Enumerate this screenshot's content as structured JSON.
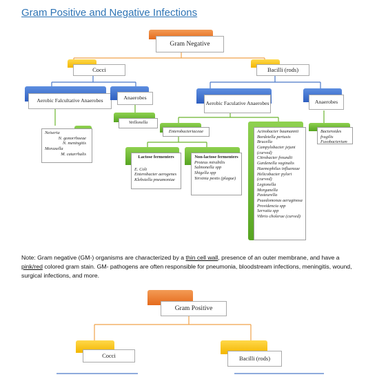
{
  "title": "Gram Positive and Negative Infections",
  "gram_negative": {
    "root": "Gram Negative",
    "cocci": "Cocci",
    "bacilli": "Bacilli (rods)",
    "cocci_aerobic": "Aerobic Falcultative Anaerobes",
    "cocci_anaerobes": "Anaerobes",
    "cocci_aerobic_list": [
      "Neiseria",
      "N. gonorrhoeae",
      "N. meningitis",
      "Moraxella",
      "M. catarrhalis"
    ],
    "cocci_anaerobes_list": [
      "Veillonella"
    ],
    "bacilli_aerobic": "Aerobic Faculative Anaerobes",
    "bacilli_anaerobes": "Anaerobes",
    "bacilli_anaerobes_list": [
      "Bacteroides fragilis",
      "Fusobacterium"
    ],
    "enterobacteriaceae": "Enterobacteriaceae",
    "lactose": {
      "header": "Lactose fermenters",
      "items": [
        "E. Coli",
        "Enterobacter aerogenes",
        "Klebsiella pneumoniae"
      ]
    },
    "non_lactose": {
      "header": "Non-lactose fermenters",
      "items": [
        "Proteus mirabilis",
        "Salmonella spp",
        "Shigella spp",
        "Yersinia pestis (plague)"
      ]
    },
    "other_list": [
      "Acinobacter baumannii",
      "Bordetella pertusis",
      "Brucella",
      "Campylobacter jejuni (curved)",
      "Citrobacter freundii",
      "Gardenella vaginalis",
      "Haemophilus influenzae",
      "Helicobacter pylori (curved)",
      "Legionella",
      "Morganella",
      "Pasteurella",
      "Psuedomonas aeruginosa",
      "Providencia spp",
      "Serratia spp",
      "Vibrio cholerae (curved)"
    ]
  },
  "note": {
    "p1": "Note: Gram negative (GM-) organisms are characterized by a ",
    "u1": "thin cell wall",
    "p2": ", presence of an outer membrane, and have a ",
    "u2": "pink/red",
    "p3": " colored gram stain.  GM- pathogens are often responsible for pneumonia, bloodstream infections, meningitis, wound, surgical infections, and more."
  },
  "gram_positive": {
    "root": "Gram Positive",
    "cocci": "Cocci",
    "bacilli": "Bacilli (rods)"
  },
  "colors": {
    "orange": "#e8752b",
    "yellow": "#f7c51a",
    "blue": "#3a6cc9",
    "green": "#6cb52f",
    "connector": "#f0a24a",
    "connector_blue": "#4a78c8"
  }
}
